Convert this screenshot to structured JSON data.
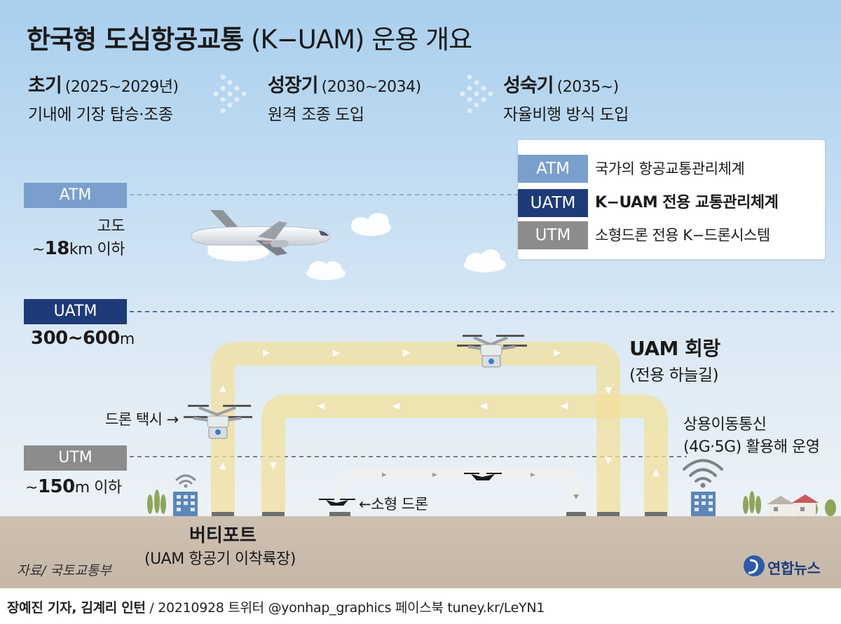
{
  "title": {
    "main": "한국형 도심항공교통",
    "sub": " (K−UAM) 운용 개요"
  },
  "phases": [
    {
      "name": "초기",
      "years": "(2025∼2029년)",
      "desc": "기내에 기장 탑승·조종"
    },
    {
      "name": "성장기",
      "years": "(2030∼2034)",
      "desc": "원격 조종 도입"
    },
    {
      "name": "성숙기",
      "years": "(2035∼)",
      "desc": "자율비행 방식 도입"
    }
  ],
  "levels": {
    "atm": {
      "tag": "ATM",
      "note1": "고도",
      "note2_prefix": "∼",
      "note2_num": "18",
      "note2_suffix": "km 이하"
    },
    "uatm": {
      "tag": "UATM",
      "note_num": "300∼600",
      "note_unit": "m"
    },
    "utm": {
      "tag": "UTM",
      "note_prefix": "∼",
      "note_num": "150",
      "note_suffix": "m 이하"
    }
  },
  "legend": [
    {
      "badge": "ATM",
      "text": "국가의 항공교통관리체계",
      "color": "#6f97c8"
    },
    {
      "badge": "UATM",
      "text": "K−UAM 전용 교통관리체계",
      "color": "#1e3a78"
    },
    {
      "badge": "UTM",
      "text": "소형드론 전용 K−드론시스템",
      "color": "#8c8c8c"
    }
  ],
  "labels": {
    "corridor_title": "UAM 회랑",
    "corridor_sub": "(전용 하늘길)",
    "drone_taxi": "드론 택시 →",
    "small_drone": "←소형 드론",
    "mobile1": "상용이동통신",
    "mobile2": "(4G·5G) 활용해 운영",
    "vertiport": "버티포트",
    "vertiport_sub": "(UAM 항공기 이착륙장)",
    "source": "자료/ 국토교통부",
    "brand": "연합뉴스"
  },
  "credit": {
    "names": "장예진 기자, 김계리 인턴",
    "rest": " / 20210928  트위터 @yonhap_graphics  페이스북 tuney.kr/LeYN1"
  },
  "colors": {
    "atm": "#6f97c8",
    "uatm": "#1e3a78",
    "utm": "#8c8c8c",
    "corridor": "#f3e3a0",
    "ground": "#c9bcad"
  }
}
